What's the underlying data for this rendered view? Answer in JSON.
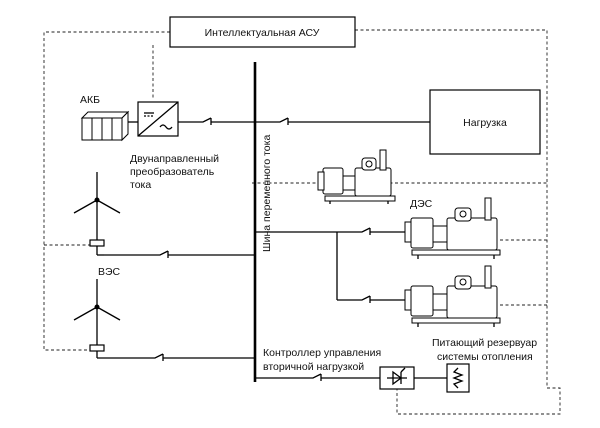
{
  "labels": {
    "asu": "Интеллектуальная АСУ",
    "akb": "АКБ",
    "converter_line1": "Двунаправленный",
    "converter_line2": "преобразователь",
    "converter_line3": "тока",
    "load": "Нагрузка",
    "des": "ДЭС",
    "ves": "ВЭС",
    "bus": "Шина переменного тока",
    "controller_line1": "Контроллер управления",
    "controller_line2": "вторичной нагрузкой",
    "reservoir_line1": "Питающий резервуар",
    "reservoir_line2": "системы отопления"
  }
}
